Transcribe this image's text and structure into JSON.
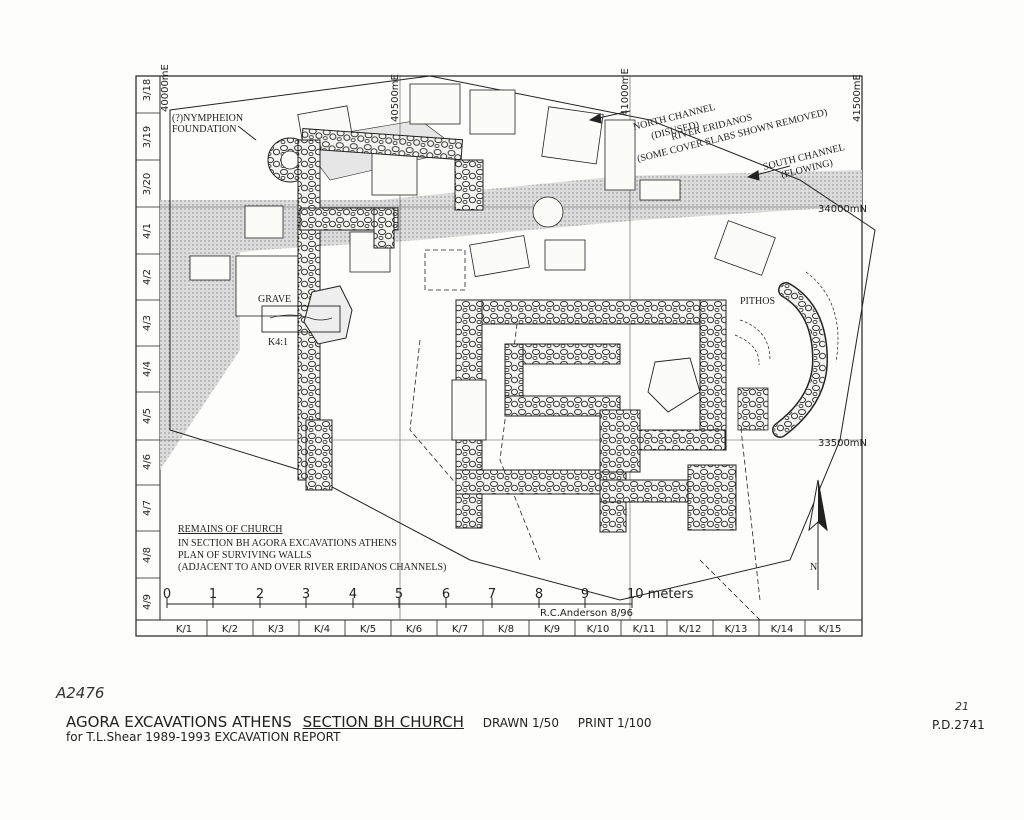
{
  "grid": {
    "rows": [
      "3/18",
      "3/19",
      "3/20",
      "4/1",
      "4/2",
      "4/3",
      "4/4",
      "4/5",
      "4/6",
      "4/7",
      "4/8",
      "4/9"
    ],
    "cols": [
      "K/1",
      "K/2",
      "K/3",
      "K/4",
      "K/5",
      "K/6",
      "K/7",
      "K/8",
      "K/9",
      "K/10",
      "K/11",
      "K/12",
      "K/13",
      "K/14",
      "K/15"
    ],
    "easting": [
      "40000mE",
      "40500mE",
      "41000mE",
      "41500mE"
    ],
    "northing": [
      "34000mN",
      "33500mN"
    ]
  },
  "labels": {
    "nympheion_1": "(?)NYMPHEION",
    "nympheion_2": "FOUNDATION",
    "north_channel_1": "NORTH CHANNEL",
    "north_channel_2": "(DISUSED)",
    "river": "RIVER ERIDANOS",
    "river_note": "(SOME COVER SLABS SHOWN REMOVED)",
    "south_channel_1": "SOUTH CHANNEL",
    "south_channel_2": "(FLOWING)",
    "grave": "GRAVE",
    "grave_id": "K4:1",
    "pithos": "PITHOS",
    "north_arrow": "N"
  },
  "legend": {
    "title": "REMAINS OF CHURCH",
    "line1": "IN SECTION BH  AGORA EXCAVATIONS ATHENS",
    "line2": "PLAN OF SURVIVING WALLS",
    "line3": "(ADJACENT TO AND OVER RIVER ERIDANOS CHANNELS)"
  },
  "scale_bar": {
    "ticks": [
      "0",
      "1",
      "2",
      "3",
      "4",
      "5",
      "6",
      "7",
      "8",
      "9"
    ],
    "end_label": "10 meters",
    "credit": "R.C.Anderson  8/96"
  },
  "footer": {
    "accession": "A2476",
    "title_main": "AGORA EXCAVATIONS ATHENS",
    "title_section": "SECTION BH CHURCH",
    "drawn": "DRAWN 1/50",
    "print": "PRINT 1/100",
    "subtitle": "for T.L.Shear 1989-1993 EXCAVATION REPORT",
    "sheet_number": "21",
    "plate": "P.D.2741"
  },
  "colors": {
    "ink": "#222222",
    "paper": "#fdfdfb",
    "shade": "#c9c9c9"
  }
}
